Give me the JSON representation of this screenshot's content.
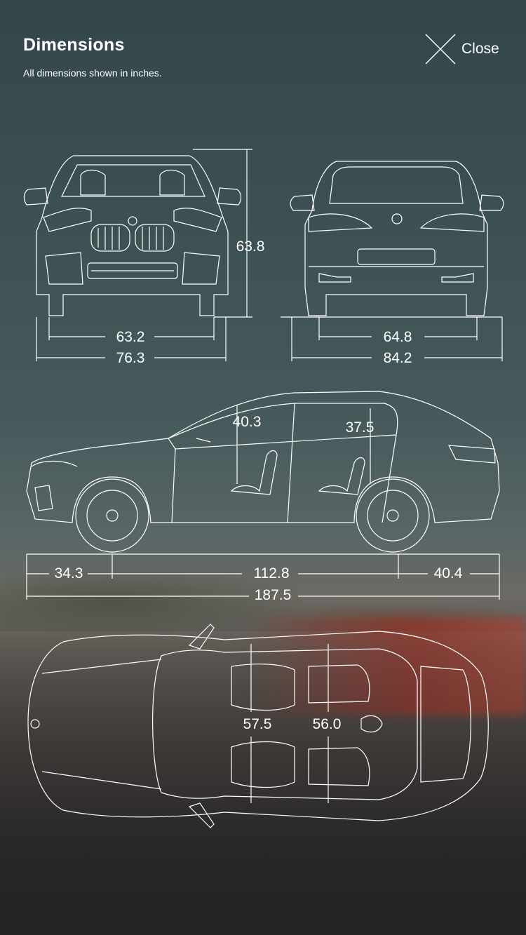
{
  "header": {
    "title": "Dimensions",
    "subtitle": "All dimensions shown in inches.",
    "close_label": "Close"
  },
  "icons": {
    "close": "close-icon"
  },
  "dimensions": {
    "front_height": "63.8",
    "front_track": "63.2",
    "front_width": "76.3",
    "rear_track": "64.8",
    "rear_width": "84.2",
    "front_headroom": "40.3",
    "rear_headroom": "37.5",
    "front_overhang": "34.3",
    "wheelbase": "112.8",
    "rear_overhang": "40.4",
    "overall_length": "187.5",
    "front_shoulder": "57.5",
    "rear_shoulder": "56.0"
  }
}
